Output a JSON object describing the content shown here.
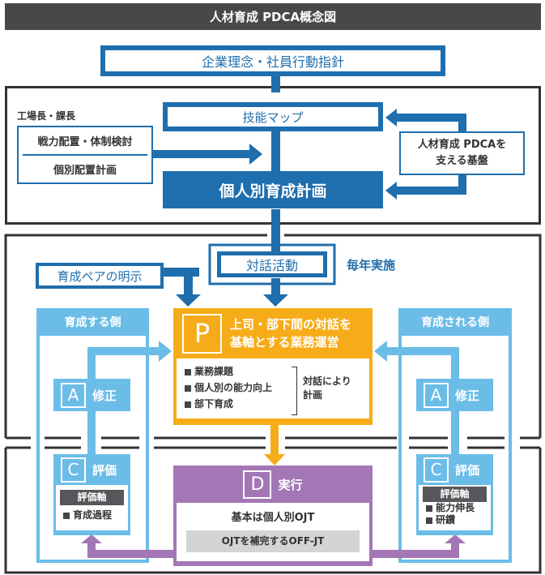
{
  "title": "人材育成 PDCA概念図",
  "top": {
    "philosophy": "企業理念・社員行動指針"
  },
  "planning_section": {
    "role_label": "工場長・課長",
    "placement_top": "戦力配置・体制検討",
    "placement_bottom": "個別配置計画",
    "skill_map": "技能マップ",
    "individual_plan": "個人別育成計画",
    "foundation_line1": "人材育成 PDCAを",
    "foundation_line2": "支える基盤"
  },
  "dialogue_section": {
    "pair_label": "育成ペアの明示",
    "dialogue_activity": "対話活動",
    "frequency": "毎年実施"
  },
  "trainer_side": {
    "header": "育成する側",
    "act": {
      "letter": "A",
      "label": "修正"
    },
    "check": {
      "letter": "C",
      "label": "評価",
      "axis_header": "評価軸",
      "items": [
        "育成過程"
      ]
    }
  },
  "trainee_side": {
    "header": "育成される側",
    "act": {
      "letter": "A",
      "label": "修正"
    },
    "check": {
      "letter": "C",
      "label": "評価",
      "axis_header": "評価軸",
      "items": [
        "能力伸長",
        "研鑽"
      ]
    }
  },
  "plan": {
    "letter": "P",
    "line1": "上司・部下間の対話を",
    "line2": "基軸とする業務運営",
    "items": [
      "業務課題",
      "個人別の能力向上",
      "部下育成"
    ],
    "note_line1": "対話により",
    "note_line2": "計画"
  },
  "do": {
    "letter": "D",
    "label": "実行",
    "main": "基本は個人別OJT",
    "supplement": "OJTを補完するOFF-JT"
  },
  "colors": {
    "dark_blue": "#1f6ead",
    "light_blue": "#6bbde8",
    "orange": "#f6ac19",
    "purple": "#a377b6",
    "title_bg": "#4a4748"
  }
}
